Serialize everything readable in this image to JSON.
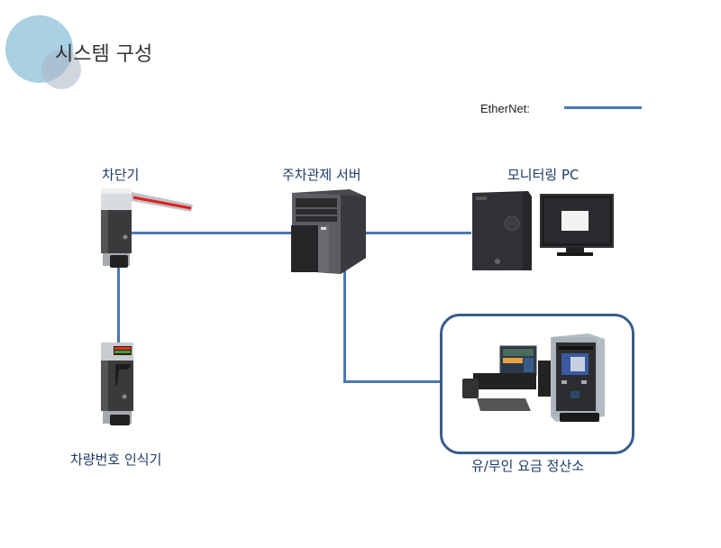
{
  "page": {
    "title": "시스템 구성"
  },
  "legend": {
    "label": "EtherNet:",
    "color": "#4a77b4"
  },
  "nodes": {
    "barrier": {
      "label": "차단기",
      "icon": "barrier-gate-icon"
    },
    "server": {
      "label": "주차관제 서버",
      "icon": "server-tower-icon"
    },
    "monitoring_pc": {
      "label": "모니터링 PC",
      "icon": "desktop-pc-icon"
    },
    "lpr": {
      "label": "차량번호 인식기",
      "icon": "license-plate-reader-icon"
    },
    "payment": {
      "label": "유/무인 요금 정산소",
      "icon": "payment-kiosk-icon"
    }
  },
  "connections": [
    {
      "from": "barrier",
      "to": "server"
    },
    {
      "from": "server",
      "to": "monitoring_pc"
    },
    {
      "from": "barrier",
      "to": "lpr"
    },
    {
      "from": "server",
      "to": "payment"
    }
  ]
}
